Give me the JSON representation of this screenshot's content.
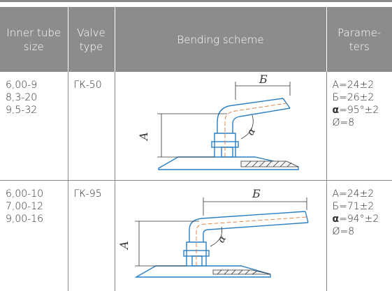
{
  "headers": {
    "tube_size": "Inner tube size",
    "valve_type": "Valve type",
    "scheme": "Bending scheme",
    "params": "Parame-ters"
  },
  "rows": [
    {
      "sizes": [
        "6,00-9",
        "8,3-20",
        "9,5-32"
      ],
      "valve": "ГК-50",
      "params": [
        {
          "prefix": "A=",
          "value": "24±2"
        },
        {
          "prefix": "Б=",
          "value": "26±2"
        },
        {
          "prefix": "α",
          "value": "=95°±2"
        },
        {
          "prefix": "Ø=",
          "value": "8"
        }
      ],
      "labels": {
        "A": "A",
        "B": "Б",
        "alpha": "α"
      }
    },
    {
      "sizes": [
        "6,00-10",
        "7,00-12",
        "9,00-16"
      ],
      "valve": "ГК-95",
      "params": [
        {
          "prefix": "A=",
          "value": "24±2"
        },
        {
          "prefix": "Б=",
          "value": "71±2"
        },
        {
          "prefix": "α",
          "value": "=94°±2"
        },
        {
          "prefix": "Ø=",
          "value": "8"
        }
      ],
      "labels": {
        "A": "A",
        "B": "Б",
        "alpha": "α"
      }
    }
  ],
  "colors": {
    "header_bg": "#8c8c8c",
    "drawing_line": "#2a7fc4",
    "dim_line": "#333333",
    "center_line": "#e07a3a"
  }
}
